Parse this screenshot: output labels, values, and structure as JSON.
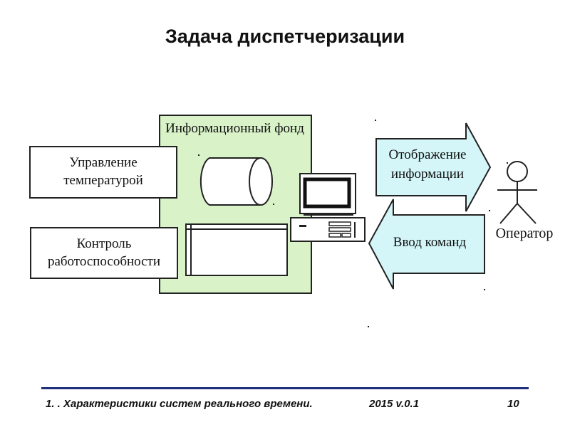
{
  "slide": {
    "title": "Задача диспетчеризации"
  },
  "diagram": {
    "info_fund_label": "Информационный фонд",
    "temperature_control_label": "Управление температурой",
    "health_control_label": "Контроль работоспособности",
    "display_info_label": "Отображение информации",
    "command_input_label": "Ввод команд",
    "operator_label": "Оператор",
    "colors": {
      "info_fund_fill": "#d9f2c8",
      "arrow_fill": "#d4f6f8",
      "outline": "#222222",
      "footer_rule": "#1f2f7a"
    }
  },
  "footer": {
    "left_text": "1. . Характеристики систем реального времени.",
    "version": "2015 v.0.1",
    "page_number": "10"
  }
}
